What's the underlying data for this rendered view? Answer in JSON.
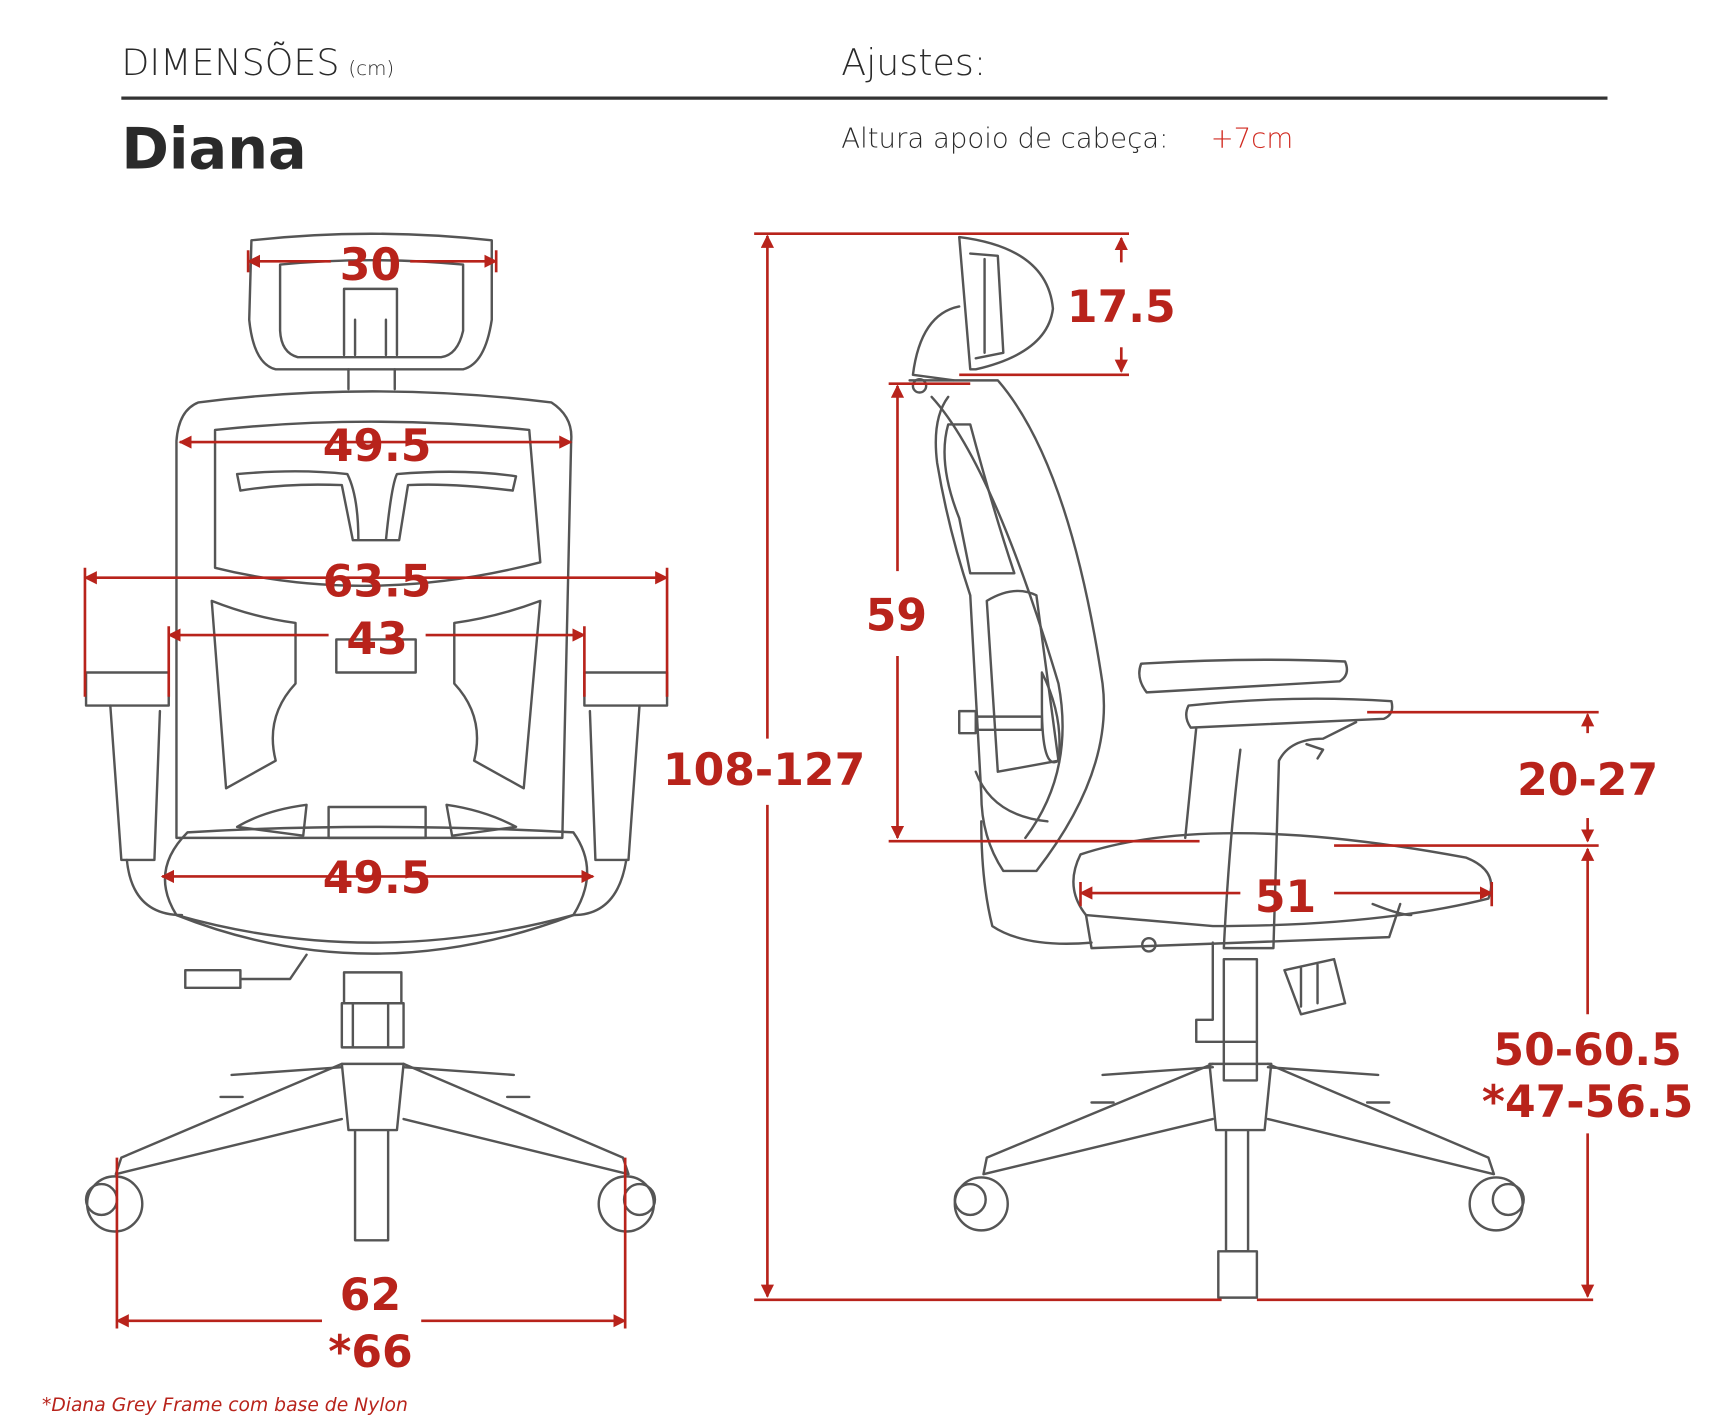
{
  "header": {
    "dimensions_label": "DIMENSÕES",
    "unit_label": "(cm)",
    "adjustments_label": "Ajustes:",
    "product_name": "Diana",
    "headrest_adjust_label": "Altura apoio de cabeça:",
    "headrest_adjust_value": "+7cm"
  },
  "front_view": {
    "headrest_width": "30",
    "backrest_width": "49.5",
    "armrest_outer_width": "63.5",
    "armrest_inner_width": "43",
    "seat_width": "49.5",
    "base_width": "62",
    "base_width_alt": "*66"
  },
  "side_view": {
    "total_height": "108-127",
    "headrest_height": "17.5",
    "backrest_height": "59",
    "armrest_height": "20-27",
    "seat_depth": "51",
    "seat_height": "50-60.5",
    "seat_height_alt": "*47-56.5"
  },
  "footnote": "*Diana Grey Frame com base de Nylon",
  "colors": {
    "accent": "#b8231b",
    "text": "#2a2a2a",
    "line": "#555555"
  }
}
